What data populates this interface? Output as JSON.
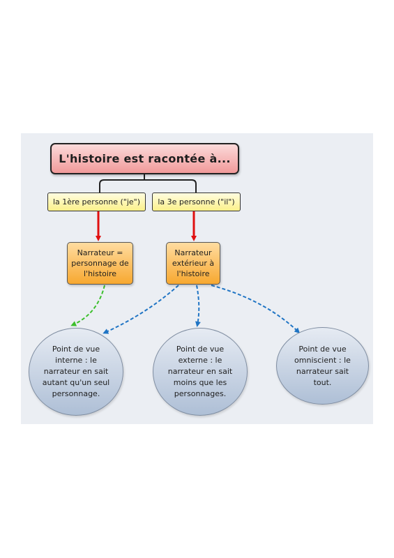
{
  "diagram": {
    "root": "L'histoire est racontée à...",
    "persons": [
      "la 1ère personne (\"je\")",
      "la 3e personne (\"il\")"
    ],
    "narrators": [
      "Narrateur = personnage de l'histoire",
      "Narrateur extérieur à l'histoire"
    ],
    "points_of_view": [
      "Point de vue interne : le narrateur en sait autant qu'un seul personnage.",
      "Point de vue externe : le narrateur en sait moins que les personnages.",
      "Point de vue omniscient : le narrateur sait tout."
    ],
    "colors": {
      "solid_arrow": "#e01010",
      "dashed_green": "#3cbf2c",
      "dashed_blue": "#1f74c4"
    }
  }
}
